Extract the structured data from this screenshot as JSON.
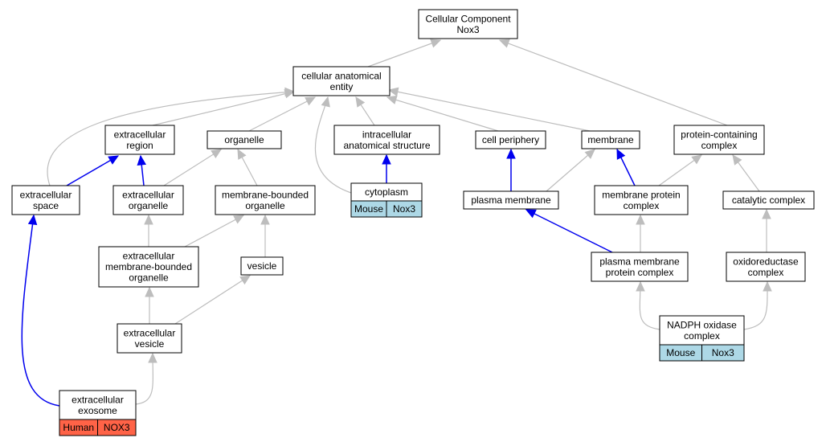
{
  "graph": {
    "nodes": {
      "root": [
        "Cellular Component",
        "Nox3"
      ],
      "cae": [
        "cellular anatomical",
        "entity"
      ],
      "ecr": [
        "extracellular",
        "region"
      ],
      "org": [
        "organelle"
      ],
      "ias": [
        "intracellular",
        "anatomical structure"
      ],
      "cp": [
        "cell periphery"
      ],
      "mem": [
        "membrane"
      ],
      "pcc": [
        "protein-containing",
        "complex"
      ],
      "ecs": [
        "extracellular",
        "space"
      ],
      "eco": [
        "extracellular",
        "organelle"
      ],
      "mbo": [
        "membrane-bounded",
        "organelle"
      ],
      "cyto": [
        "cytoplasm"
      ],
      "pm": [
        "plasma membrane"
      ],
      "mpc": [
        "membrane protein",
        "complex"
      ],
      "cc": [
        "catalytic complex"
      ],
      "embo": [
        "extracellular",
        "membrane-bounded",
        "organelle"
      ],
      "ves": [
        "vesicle"
      ],
      "pmpc": [
        "plasma membrane",
        "protein complex"
      ],
      "oxr": [
        "oxidoreductase",
        "complex"
      ],
      "ecv": [
        "extracellular",
        "vesicle"
      ],
      "nadph": [
        "NADPH oxidase",
        "complex"
      ],
      "exo": [
        "extracellular",
        "exosome"
      ]
    },
    "annotations": {
      "cyto": {
        "species": "Mouse",
        "gene": "Nox3",
        "color": "#add8e6"
      },
      "nadph": {
        "species": "Mouse",
        "gene": "Nox3",
        "color": "#add8e6"
      },
      "exo": {
        "species": "Human",
        "gene": "NOX3",
        "color": "#ff6347"
      }
    },
    "edge_colors": {
      "is_a": "#bdbdbd",
      "part_of": "#0000ee"
    }
  }
}
